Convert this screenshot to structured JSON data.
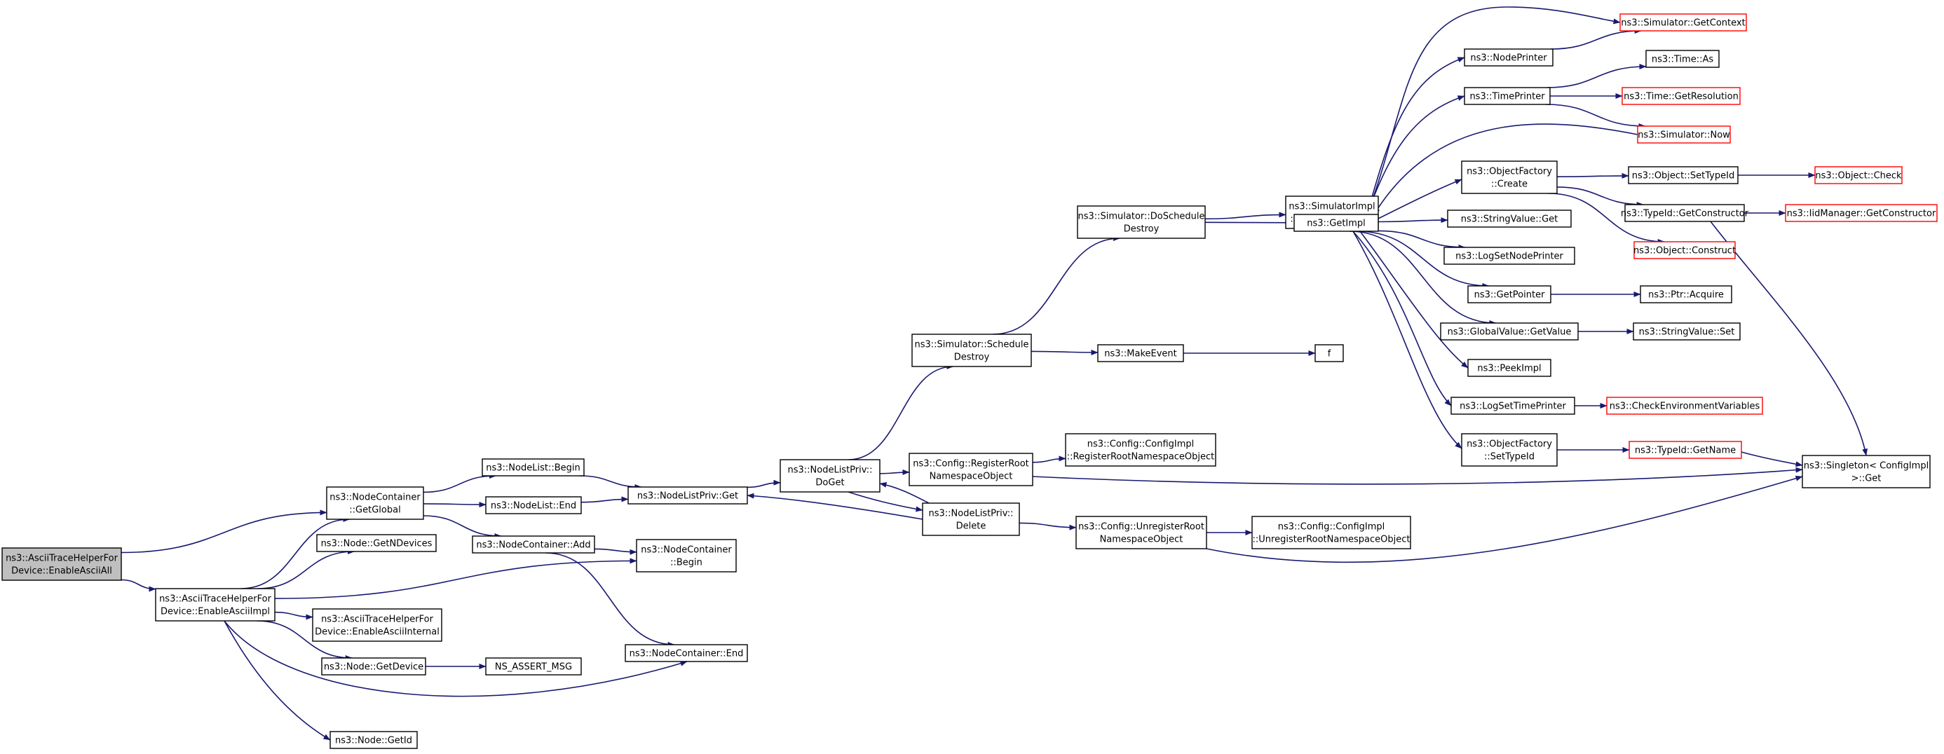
{
  "diagram": {
    "type": "call-graph",
    "colors": {
      "edge": "#191970",
      "node_border": "#000000",
      "truncated_node_border": "#ff0000",
      "root_fill": "#bfbfbf",
      "node_fill": "#ffffff"
    },
    "nodes": [
      {
        "id": "enableAsciiAll",
        "lines": [
          "ns3::AsciiTraceHelperFor",
          "Device::EnableAsciiAll"
        ],
        "root": true
      },
      {
        "id": "ncGetGlobal",
        "lines": [
          "ns3::NodeContainer",
          "::GetGlobal"
        ]
      },
      {
        "id": "enableAsciiImpl",
        "lines": [
          "ns3::AsciiTraceHelperFor",
          "Device::EnableAsciiImpl"
        ]
      },
      {
        "id": "nodeGetNDevices",
        "lines": [
          "ns3::Node::GetNDevices"
        ]
      },
      {
        "id": "enableAsciiInternal",
        "lines": [
          "ns3::AsciiTraceHelperFor",
          "Device::EnableAsciiInternal"
        ]
      },
      {
        "id": "nodeGetDevice",
        "lines": [
          "ns3::Node::GetDevice"
        ]
      },
      {
        "id": "nsAssertMsg",
        "lines": [
          "NS_ASSERT_MSG"
        ]
      },
      {
        "id": "nodeGetId",
        "lines": [
          "ns3::Node::GetId"
        ]
      },
      {
        "id": "nodeListBegin",
        "lines": [
          "ns3::NodeList::Begin"
        ]
      },
      {
        "id": "nodeListEnd",
        "lines": [
          "ns3::NodeList::End"
        ]
      },
      {
        "id": "ncAdd",
        "lines": [
          "ns3::NodeContainer::Add"
        ]
      },
      {
        "id": "nlpGet",
        "lines": [
          "ns3::NodeListPriv::Get"
        ]
      },
      {
        "id": "ncBegin",
        "lines": [
          "ns3::NodeContainer",
          "::Begin"
        ]
      },
      {
        "id": "ncEnd",
        "lines": [
          "ns3::NodeContainer::End"
        ]
      },
      {
        "id": "nlpDoGet",
        "lines": [
          "ns3::NodeListPriv::",
          "DoGet"
        ]
      },
      {
        "id": "simScheduleDestroy",
        "lines": [
          "ns3::Simulator::Schedule",
          "Destroy"
        ]
      },
      {
        "id": "cfgRegisterRoot",
        "lines": [
          "ns3::Config::RegisterRoot",
          "NamespaceObject"
        ]
      },
      {
        "id": "nlpDelete",
        "lines": [
          "ns3::NodeListPriv::",
          "Delete"
        ]
      },
      {
        "id": "simDoScheduleDestroy",
        "lines": [
          "ns3::Simulator::DoSchedule",
          "Destroy"
        ]
      },
      {
        "id": "makeEvent",
        "lines": [
          "ns3::MakeEvent"
        ]
      },
      {
        "id": "cfgImplRegister",
        "lines": [
          "ns3::Config::ConfigImpl",
          "::RegisterRootNamespaceObject"
        ]
      },
      {
        "id": "cfgUnregisterRoot",
        "lines": [
          "ns3::Config::UnregisterRoot",
          "NamespaceObject"
        ]
      },
      {
        "id": "cfgImplUnregister",
        "lines": [
          "ns3::Config::ConfigImpl",
          "::UnregisterRootNamespaceObject"
        ]
      },
      {
        "id": "simImplScheduleDestroy",
        "lines": [
          "ns3::SimulatorImpl",
          "::ScheduleDestroy"
        ]
      },
      {
        "id": "getImpl",
        "lines": [
          "ns3::GetImpl"
        ]
      },
      {
        "id": "fFunc",
        "lines": [
          "f"
        ]
      },
      {
        "id": "nodePrinter",
        "lines": [
          "ns3::NodePrinter"
        ]
      },
      {
        "id": "timePrinter",
        "lines": [
          "ns3::TimePrinter"
        ]
      },
      {
        "id": "ofCreate",
        "lines": [
          "ns3::ObjectFactory",
          "::Create"
        ]
      },
      {
        "id": "stringValueGet",
        "lines": [
          "ns3::StringValue::Get"
        ]
      },
      {
        "id": "logSetNodePrinter",
        "lines": [
          "ns3::LogSetNodePrinter"
        ]
      },
      {
        "id": "getPointer",
        "lines": [
          "ns3::GetPointer"
        ]
      },
      {
        "id": "gvGetValue",
        "lines": [
          "ns3::GlobalValue::GetValue"
        ]
      },
      {
        "id": "peekImpl",
        "lines": [
          "ns3::PeekImpl"
        ]
      },
      {
        "id": "logSetTimePrinter",
        "lines": [
          "ns3::LogSetTimePrinter"
        ]
      },
      {
        "id": "ofSetTypeId",
        "lines": [
          "ns3::ObjectFactory",
          "::SetTypeId"
        ]
      },
      {
        "id": "simGetContext",
        "lines": [
          "ns3::Simulator::GetContext"
        ],
        "truncated": true
      },
      {
        "id": "timeAs",
        "lines": [
          "ns3::Time::As"
        ]
      },
      {
        "id": "timeGetResolution",
        "lines": [
          "ns3::Time::GetResolution"
        ],
        "truncated": true
      },
      {
        "id": "simNow",
        "lines": [
          "ns3::Simulator::Now"
        ],
        "truncated": true
      },
      {
        "id": "objSetTypeId",
        "lines": [
          "ns3::Object::SetTypeId"
        ]
      },
      {
        "id": "tidGetConstructor",
        "lines": [
          "ns3::TypeId::GetConstructor"
        ]
      },
      {
        "id": "objConstruct",
        "lines": [
          "ns3::Object::Construct"
        ],
        "truncated": true
      },
      {
        "id": "ptrAcquire",
        "lines": [
          "ns3::Ptr::Acquire"
        ]
      },
      {
        "id": "stringValueSet",
        "lines": [
          "ns3::StringValue::Set"
        ]
      },
      {
        "id": "checkEnvVars",
        "lines": [
          "ns3::CheckEnvironmentVariables"
        ],
        "truncated": true
      },
      {
        "id": "tidGetName",
        "lines": [
          "ns3::TypeId::GetName"
        ],
        "truncated": true
      },
      {
        "id": "objCheck",
        "lines": [
          "ns3::Object::Check"
        ],
        "truncated": true
      },
      {
        "id": "iidMgrGetConstructor",
        "lines": [
          "ns3::IidManager::GetConstructor"
        ],
        "truncated": true
      },
      {
        "id": "singletonGet",
        "lines": [
          "ns3::Singleton< ConfigImpl",
          " >::Get"
        ]
      }
    ],
    "edges": [
      [
        "enableAsciiAll",
        "ncGetGlobal"
      ],
      [
        "enableAsciiAll",
        "enableAsciiImpl"
      ],
      [
        "enableAsciiImpl",
        "ncGetGlobal"
      ],
      [
        "enableAsciiImpl",
        "nodeGetNDevices"
      ],
      [
        "enableAsciiImpl",
        "enableAsciiInternal"
      ],
      [
        "enableAsciiImpl",
        "nodeGetDevice"
      ],
      [
        "enableAsciiImpl",
        "nodeGetId"
      ],
      [
        "enableAsciiImpl",
        "ncBegin"
      ],
      [
        "enableAsciiImpl",
        "ncEnd"
      ],
      [
        "nodeGetDevice",
        "nsAssertMsg"
      ],
      [
        "ncGetGlobal",
        "nodeListBegin"
      ],
      [
        "ncGetGlobal",
        "nodeListEnd"
      ],
      [
        "ncGetGlobal",
        "ncAdd"
      ],
      [
        "nodeListBegin",
        "nlpGet"
      ],
      [
        "nodeListEnd",
        "nlpGet"
      ],
      [
        "ncAdd",
        "ncBegin"
      ],
      [
        "ncAdd",
        "ncEnd"
      ],
      [
        "nlpGet",
        "nlpDoGet"
      ],
      [
        "nlpDoGet",
        "simScheduleDestroy"
      ],
      [
        "nlpDoGet",
        "cfgRegisterRoot"
      ],
      [
        "nlpDoGet",
        "nlpDelete"
      ],
      [
        "nlpDelete",
        "nlpDoGet"
      ],
      [
        "nlpDelete",
        "nlpGet"
      ],
      [
        "nlpDelete",
        "cfgUnregisterRoot"
      ],
      [
        "simScheduleDestroy",
        "simDoScheduleDestroy"
      ],
      [
        "simScheduleDestroy",
        "makeEvent"
      ],
      [
        "makeEvent",
        "fFunc"
      ],
      [
        "simDoScheduleDestroy",
        "simImplScheduleDestroy"
      ],
      [
        "simDoScheduleDestroy",
        "getImpl"
      ],
      [
        "cfgRegisterRoot",
        "cfgImplRegister"
      ],
      [
        "cfgRegisterRoot",
        "singletonGet"
      ],
      [
        "cfgUnregisterRoot",
        "cfgImplUnregister"
      ],
      [
        "cfgUnregisterRoot",
        "singletonGet"
      ],
      [
        "getImpl",
        "simGetContext"
      ],
      [
        "getImpl",
        "nodePrinter"
      ],
      [
        "getImpl",
        "timePrinter"
      ],
      [
        "getImpl",
        "ofCreate"
      ],
      [
        "getImpl",
        "stringValueGet"
      ],
      [
        "getImpl",
        "logSetNodePrinter"
      ],
      [
        "getImpl",
        "getPointer"
      ],
      [
        "getImpl",
        "gvGetValue"
      ],
      [
        "getImpl",
        "peekImpl"
      ],
      [
        "getImpl",
        "logSetTimePrinter"
      ],
      [
        "getImpl",
        "ofSetTypeId"
      ],
      [
        "simNow",
        "getImpl"
      ],
      [
        "nodePrinter",
        "simGetContext"
      ],
      [
        "timePrinter",
        "timeAs"
      ],
      [
        "timePrinter",
        "timeGetResolution"
      ],
      [
        "timePrinter",
        "simNow"
      ],
      [
        "ofCreate",
        "objSetTypeId"
      ],
      [
        "ofCreate",
        "tidGetConstructor"
      ],
      [
        "ofCreate",
        "objConstruct"
      ],
      [
        "objSetTypeId",
        "objCheck"
      ],
      [
        "tidGetConstructor",
        "iidMgrGetConstructor"
      ],
      [
        "tidGetConstructor",
        "singletonGet"
      ],
      [
        "getPointer",
        "ptrAcquire"
      ],
      [
        "gvGetValue",
        "stringValueSet"
      ],
      [
        "logSetTimePrinter",
        "checkEnvVars"
      ],
      [
        "ofSetTypeId",
        "tidGetName"
      ],
      [
        "tidGetName",
        "singletonGet"
      ]
    ]
  }
}
